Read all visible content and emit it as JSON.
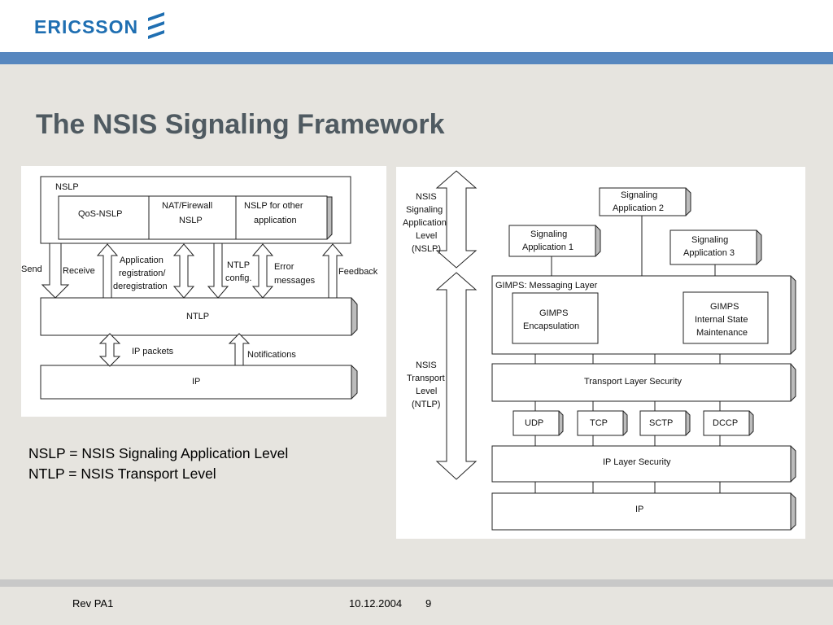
{
  "brand": {
    "name": "ERICSSON",
    "logo_icon": "ericsson-wave-icon"
  },
  "slide": {
    "title": "The NSIS Signaling Framework"
  },
  "left_diagram": {
    "nslp": "NSLP",
    "qos": "QoS-NSLP",
    "nat_1": "NAT/Firewall",
    "nat_2": "NSLP",
    "other_1": "NSLP for other",
    "other_2": "application",
    "send": "Send",
    "receive": "Receive",
    "app_reg_1": "Application",
    "app_reg_2": "registration/",
    "app_reg_3": "deregistration",
    "ntlp_config_1": "NTLP",
    "ntlp_config_2": "config.",
    "error_1": "Error",
    "error_2": "messages",
    "feedback": "Feedback",
    "ntlp": "NTLP",
    "ip_packets": "IP packets",
    "notifications": "Notifications",
    "ip": "IP"
  },
  "right_diagram": {
    "nslp_level_1": "NSIS",
    "nslp_level_2": "Signaling",
    "nslp_level_3": "Application",
    "nslp_level_4": "Level",
    "nslp_level_5": "(NSLP)",
    "ntlp_level_1": "NSIS",
    "ntlp_level_2": "Transport",
    "ntlp_level_3": "Level",
    "ntlp_level_4": "(NTLP)",
    "app2_1": "Signaling",
    "app2_2": "Application 2",
    "app1_1": "Signaling",
    "app1_2": "Application 1",
    "app3_1": "Signaling",
    "app3_2": "Application 3",
    "gimps_layer": "GIMPS: Messaging Layer",
    "gimps_enc_1": "GIMPS",
    "gimps_enc_2": "Encapsulation",
    "gimps_state_1": "GIMPS",
    "gimps_state_2": "Internal State",
    "gimps_state_3": "Maintenance",
    "tls": "Transport Layer Security",
    "udp": "UDP",
    "tcp": "TCP",
    "sctp": "SCTP",
    "dccp": "DCCP",
    "ipsec": "IP Layer Security",
    "ip": "IP"
  },
  "definitions": {
    "line1": "NSLP = NSIS Signaling Application Level",
    "line2": "NTLP = NSIS Transport Level"
  },
  "footer": {
    "revision": "Rev PA1",
    "date": "10.12.2004",
    "page": "9"
  },
  "colors": {
    "accent_blue": "#5787bf",
    "logo_blue": "#1f6fb2",
    "title_gray": "#4f5a61",
    "background": "#e6e4df"
  }
}
